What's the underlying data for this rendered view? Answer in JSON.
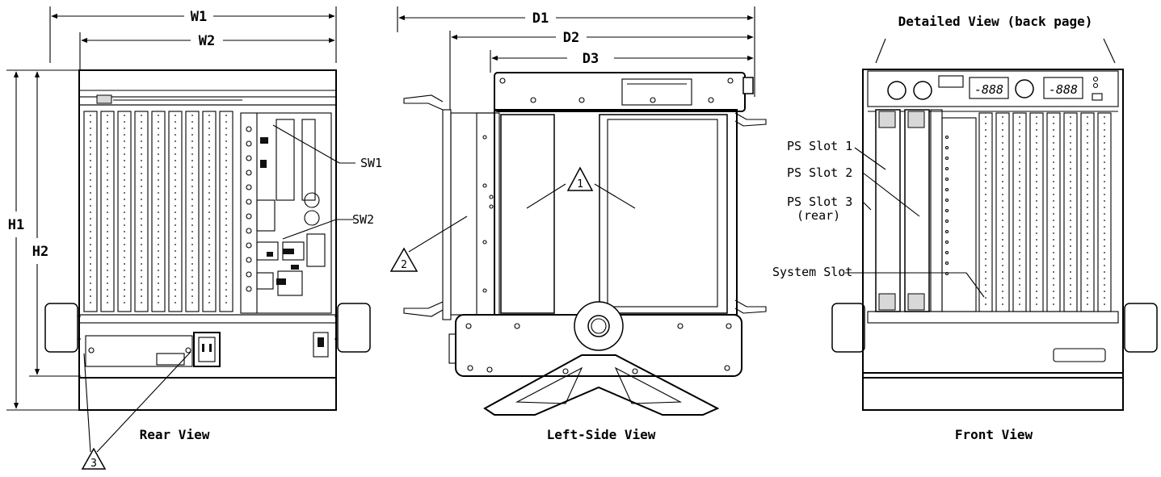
{
  "dimensions": {
    "w1": "W1",
    "w2": "W2",
    "h1": "H1",
    "h2": "H2",
    "d1": "D1",
    "d2": "D2",
    "d3": "D3"
  },
  "rear_view": {
    "caption": "Rear View",
    "sw1": "SW1",
    "sw2": "SW2",
    "callout": "3"
  },
  "side_view": {
    "caption": "Left-Side View",
    "callout_1": "1",
    "callout_2": "2"
  },
  "front_view": {
    "caption": "Front View",
    "header": "Detailed View (back page)",
    "ps_slot_1": "PS Slot 1",
    "ps_slot_2": "PS Slot 2",
    "ps_slot_3": "PS Slot 3",
    "ps_slot_3_note": "(rear)",
    "system_slot": "System Slot"
  }
}
